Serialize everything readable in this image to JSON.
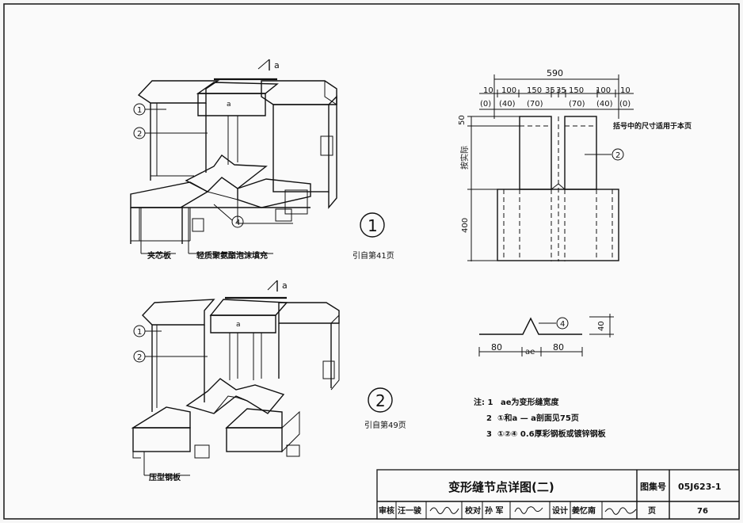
{
  "top_detail": {
    "section_mark": "a",
    "label_1": "1",
    "label_2": "2",
    "label_4": "4",
    "leader_core_board": "夹芯板",
    "leader_fill": "轻质聚氨酯泡沫填充",
    "detail_number": "1",
    "reference": "引自第41页"
  },
  "bottom_detail": {
    "section_mark": "a",
    "label_1": "1",
    "label_2": "2",
    "leader_steel": "压型钢板",
    "detail_number": "2",
    "reference": "引自第49页"
  },
  "section_view": {
    "overall_dim": "590",
    "top_dims": [
      "10",
      "100",
      "150",
      "35",
      "35",
      "150",
      "100",
      "10"
    ],
    "paren_dims": [
      "(0)",
      "(40)",
      "(70)",
      "(70)",
      "(40)",
      "(0)"
    ],
    "note": "括号中的尺寸适用于本页",
    "dim_50": "50",
    "dim_varies": "按实际",
    "dim_400": "400",
    "label_2": "2"
  },
  "profile": {
    "dim_80_left": "80",
    "dim_ae": "ae",
    "dim_80_right": "80",
    "dim_40": "40",
    "label_4": "4"
  },
  "notes": {
    "title": "注: 1",
    "line1": "ae为变形缝宽度",
    "line2_num": "2",
    "line2": "①和a — a剖面见75页",
    "line3_num": "3",
    "line3": "①②④ 0.6厚彩钢板或镀锌钢板"
  },
  "title_block": {
    "drawing_title": "变形缝节点详图(二)",
    "atlas_label": "图集号",
    "atlas_value": "05J623-1",
    "review_label": "审核",
    "reviewer": "汪一骏",
    "reviewer_sign": "汪一骏",
    "check_label": "校对",
    "checker": "孙 军",
    "checker_sign": "孙军",
    "design_label": "设计",
    "designer": "姜忆南",
    "designer_sign": "姜忆南",
    "page_label": "页",
    "page_value": "76"
  }
}
